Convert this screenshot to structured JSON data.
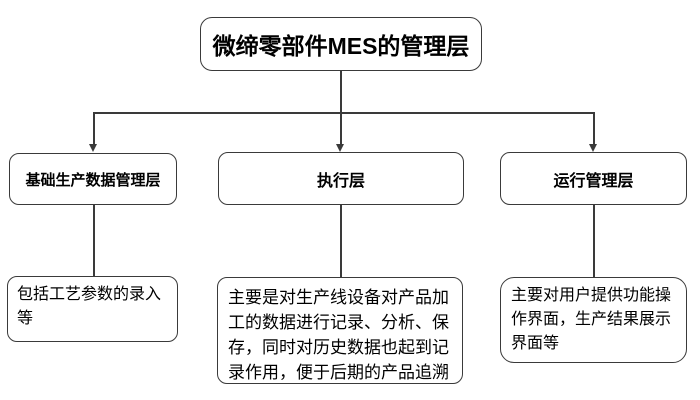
{
  "diagram": {
    "title": "微缔零部件MES的管理层",
    "layers": [
      {
        "label": "基础生产数据管理层",
        "description": "包括工艺参数的录入等"
      },
      {
        "label": "执行层",
        "description": "主要是对生产线设备对产品加工的数据进行记录、分析、保存，同时对历史数据也起到记录作用，便于后期的产品追溯"
      },
      {
        "label": "运行管理层",
        "description": "主要对用户提供功能操作界面，生产结果展示界面等"
      }
    ],
    "colors": {
      "line": "#3a3a3a",
      "text": "#000000",
      "background": "#ffffff"
    }
  }
}
